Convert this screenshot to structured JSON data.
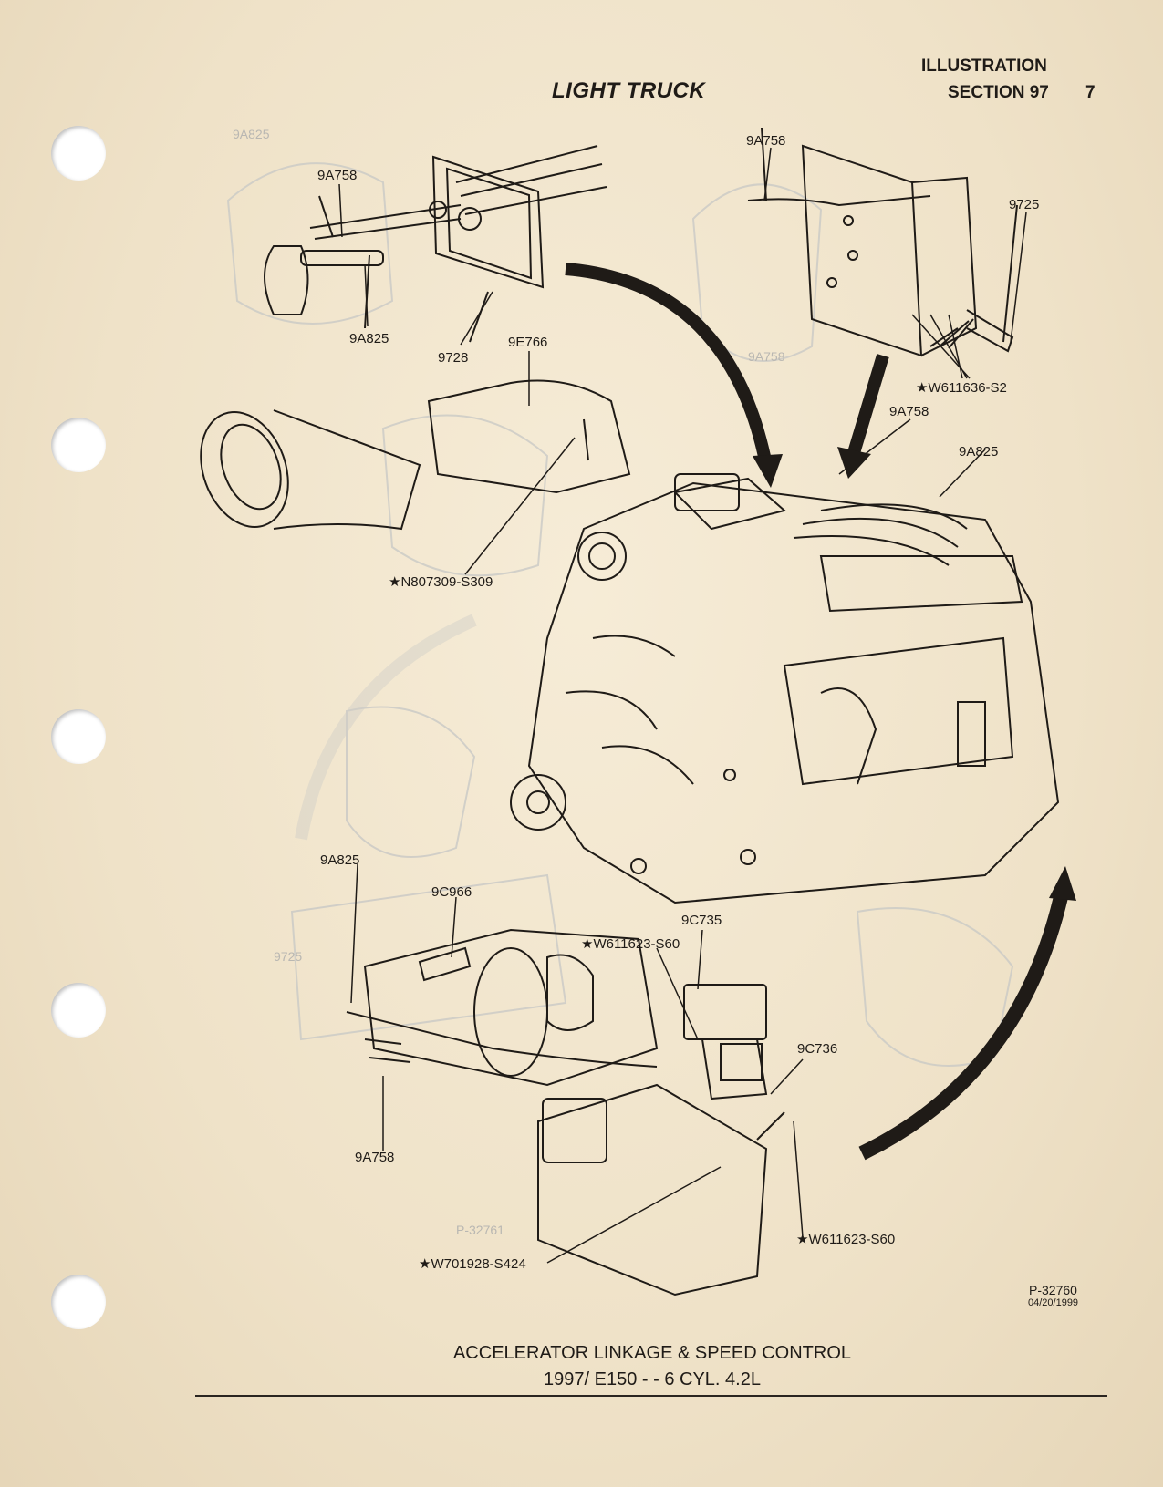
{
  "header": {
    "title": "LIGHT TRUCK",
    "illustration": "ILLUSTRATION",
    "section": "SECTION 97",
    "page": "7"
  },
  "callouts": {
    "top_left_9a758": "9A758",
    "top_left_9a825": "9A825",
    "top_left_9728": "9728",
    "top_9e766": "9E766",
    "n807309": "★N807309-S309",
    "top_right_9a758": "9A758",
    "top_right_9725": "9725",
    "w611636": "★W611636-S2",
    "mid_9a758": "9A758",
    "mid_9a825": "9A825",
    "bot_9a825": "9A825",
    "bot_9c966": "9C966",
    "bot_9c735": "9C735",
    "bot_w611623_top": "★W611623-S60",
    "bot_9c736": "9C736",
    "bot_9a758": "9A758",
    "bot_w611623_right": "★W611623-S60",
    "w701928": "★W701928-S424"
  },
  "part_number": "P-32760",
  "part_date": "04/20/1999",
  "caption": {
    "line1": "ACCELERATOR LINKAGE & SPEED CONTROL",
    "line2": "1997/ E150 - - 6 CYL. 4.2L"
  },
  "colors": {
    "paper": "#f1e6cf",
    "ink": "#1f1b17",
    "bleed_through": "#b9b7b2"
  }
}
